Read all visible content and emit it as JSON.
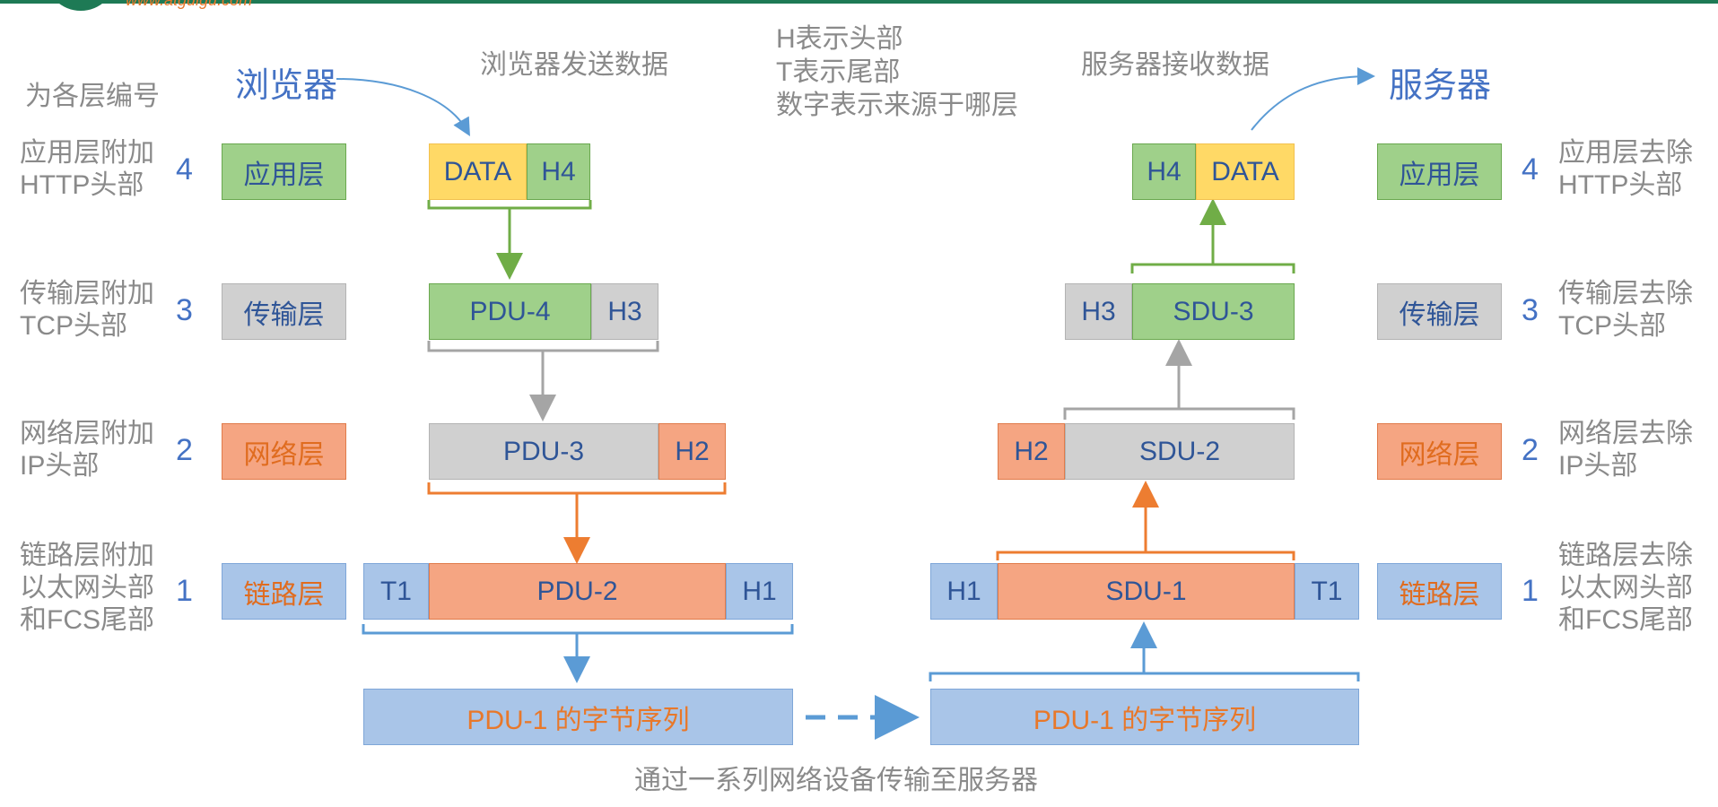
{
  "header": {
    "logo_text": "www.atguigu.com"
  },
  "captions": {
    "number_layers": "为各层编号",
    "browser_label": "浏览器",
    "browser_send": "浏览器发送数据",
    "legend_h": "H表示头部",
    "legend_t": "T表示尾部",
    "legend_num": "数字表示来源于哪层",
    "server_receive": "服务器接收数据",
    "server_label": "服务器",
    "bottom_caption": "通过一系列网络设备传输至服务器"
  },
  "left_steps": [
    {
      "line1": "应用层附加",
      "line2": "HTTP头部",
      "line3": "",
      "num": "4"
    },
    {
      "line1": "传输层附加",
      "line2": "TCP头部",
      "line3": "",
      "num": "3"
    },
    {
      "line1": "网络层附加",
      "line2": "IP头部",
      "line3": "",
      "num": "2"
    },
    {
      "line1": "链路层附加",
      "line2": "以太网头部",
      "line3": "和FCS尾部",
      "num": "1"
    }
  ],
  "right_steps": [
    {
      "line1": "应用层去除",
      "line2": "HTTP头部",
      "line3": "",
      "num": "4"
    },
    {
      "line1": "传输层去除",
      "line2": "TCP头部",
      "line3": "",
      "num": "3"
    },
    {
      "line1": "网络层去除",
      "line2": "IP头部",
      "line3": "",
      "num": "2"
    },
    {
      "line1": "链路层去除",
      "line2": "以太网头部",
      "line3": "和FCS尾部",
      "num": "1"
    }
  ],
  "layers": [
    "应用层",
    "传输层",
    "网络层",
    "链路层"
  ],
  "send": {
    "app": {
      "data": "DATA",
      "h": "H4"
    },
    "trans": {
      "pdu": "PDU-4",
      "h": "H3"
    },
    "net": {
      "pdu": "PDU-3",
      "h": "H2"
    },
    "link": {
      "t": "T1",
      "pdu": "PDU-2",
      "h": "H1"
    },
    "bytes": "PDU-1 的字节序列"
  },
  "recv": {
    "app": {
      "h": "H4",
      "data": "DATA"
    },
    "trans": {
      "h": "H3",
      "sdu": "SDU-3"
    },
    "net": {
      "h": "H2",
      "sdu": "SDU-2"
    },
    "link": {
      "h": "H1",
      "sdu": "SDU-1",
      "t": "T1"
    },
    "bytes": "PDU-1 的字节序列"
  },
  "colors": {
    "green": "#9fd08a",
    "yellow": "#ffd966",
    "gray": "#d0d0d0",
    "orange": "#f5a582",
    "blue": "#a9c5e8",
    "brand": "#1e7a55",
    "accent_text": "#4472c4"
  }
}
